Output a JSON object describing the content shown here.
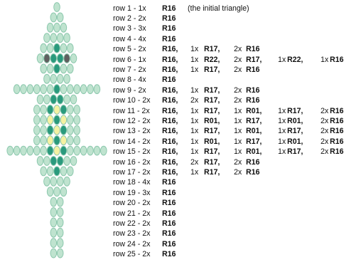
{
  "pattern": {
    "name": "bead-lizard-pattern",
    "colors": {
      "R16": "#bfe3cf",
      "R17": "#2a9a7d",
      "R22": "#606060",
      "R01": "#f4f1a2",
      "outline": "#8cc8ad"
    }
  },
  "instructions": [
    {
      "label": "row 1 - 1x",
      "parts": [
        {
          "code": "R16"
        }
      ],
      "note": "(the initial triangle)"
    },
    {
      "label": "row 2 - 2x",
      "parts": [
        {
          "code": "R16"
        }
      ]
    },
    {
      "label": "row 3 - 3x",
      "parts": [
        {
          "code": "R16"
        }
      ]
    },
    {
      "label": "row 4 - 4x",
      "parts": [
        {
          "code": "R16"
        }
      ]
    },
    {
      "label": "row 5 - 2x",
      "parts": [
        {
          "code": "R16,"
        },
        {
          "qty": "1x",
          "code": "R17,"
        },
        {
          "qty": "2x",
          "code": "R16"
        }
      ]
    },
    {
      "label": "row 6 - 1x",
      "parts": [
        {
          "code": "R16,"
        },
        {
          "qty": "1x",
          "code": "R22,"
        },
        {
          "qty": "2x",
          "code": "R17,"
        },
        {
          "qty": "1x",
          "code": "R22,"
        },
        {
          "qty": "1x",
          "code": "R16"
        }
      ]
    },
    {
      "label": "row 7 - 2x",
      "parts": [
        {
          "code": "R16,"
        },
        {
          "qty": "1x",
          "code": "R17,"
        },
        {
          "qty": "2x",
          "code": "R16"
        }
      ]
    },
    {
      "label": "row 8 - 4x",
      "parts": [
        {
          "code": "R16"
        }
      ]
    },
    {
      "label": "row 9 - 2x",
      "parts": [
        {
          "code": "R16,"
        },
        {
          "qty": "1x",
          "code": "R17,"
        },
        {
          "qty": "2x",
          "code": "R16"
        }
      ]
    },
    {
      "label": "row 10 - 2x",
      "parts": [
        {
          "code": "R16,"
        },
        {
          "qty": "2x",
          "code": "R17,"
        },
        {
          "qty": "2x",
          "code": "R16"
        }
      ]
    },
    {
      "label": "row 11 - 2x",
      "parts": [
        {
          "code": "R16,"
        },
        {
          "qty": "1x",
          "code": "R17,"
        },
        {
          "qty": "1x",
          "code": "R01,"
        },
        {
          "qty": "1x",
          "code": "R17,"
        },
        {
          "qty": "2x",
          "code": "R16"
        }
      ]
    },
    {
      "label": "row 12 - 2x",
      "parts": [
        {
          "code": "R16,"
        },
        {
          "qty": "1x",
          "code": "R01,"
        },
        {
          "qty": "1x",
          "code": "R17,"
        },
        {
          "qty": "1x",
          "code": "R01,"
        },
        {
          "qty": "2x",
          "code": "R16"
        }
      ]
    },
    {
      "label": "row 13 - 2x",
      "parts": [
        {
          "code": "R16,"
        },
        {
          "qty": "1x",
          "code": "R17,"
        },
        {
          "qty": "1x",
          "code": "R01,"
        },
        {
          "qty": "1x",
          "code": "R17,"
        },
        {
          "qty": "2x",
          "code": "R16"
        }
      ]
    },
    {
      "label": "row 14 - 2x",
      "parts": [
        {
          "code": "R16,"
        },
        {
          "qty": "1x",
          "code": "R01,"
        },
        {
          "qty": "1x",
          "code": "R17,"
        },
        {
          "qty": "1x",
          "code": "R01,"
        },
        {
          "qty": "2x",
          "code": "R16"
        }
      ]
    },
    {
      "label": "row 15 - 2x",
      "parts": [
        {
          "code": "R16,"
        },
        {
          "qty": "1x",
          "code": "R17,"
        },
        {
          "qty": "1x",
          "code": "R01,"
        },
        {
          "qty": "1x",
          "code": "R17,"
        },
        {
          "qty": "2x",
          "code": "R16"
        }
      ]
    },
    {
      "label": "row 16 - 2x",
      "parts": [
        {
          "code": "R16,"
        },
        {
          "qty": "2x",
          "code": "R17,"
        },
        {
          "qty": "2x",
          "code": "R16"
        }
      ]
    },
    {
      "label": "row 17 - 2x",
      "parts": [
        {
          "code": "R16,"
        },
        {
          "qty": "1x",
          "code": "R17,"
        },
        {
          "qty": "2x",
          "code": "R16"
        }
      ]
    },
    {
      "label": "row 18 - 4x",
      "parts": [
        {
          "code": "R16"
        }
      ]
    },
    {
      "label": "row 19 - 3x",
      "parts": [
        {
          "code": "R16"
        }
      ]
    },
    {
      "label": "row 20 - 2x",
      "parts": [
        {
          "code": "R16"
        }
      ]
    },
    {
      "label": "row 21 - 2x",
      "parts": [
        {
          "code": "R16"
        }
      ]
    },
    {
      "label": "row 22 - 2x",
      "parts": [
        {
          "code": "R16"
        }
      ]
    },
    {
      "label": "row 23 - 2x",
      "parts": [
        {
          "code": "R16"
        }
      ]
    },
    {
      "label": "row 24 - 2x",
      "parts": [
        {
          "code": "R16"
        }
      ]
    },
    {
      "label": "row 25 - 2x",
      "parts": [
        {
          "code": "R16"
        }
      ]
    }
  ]
}
